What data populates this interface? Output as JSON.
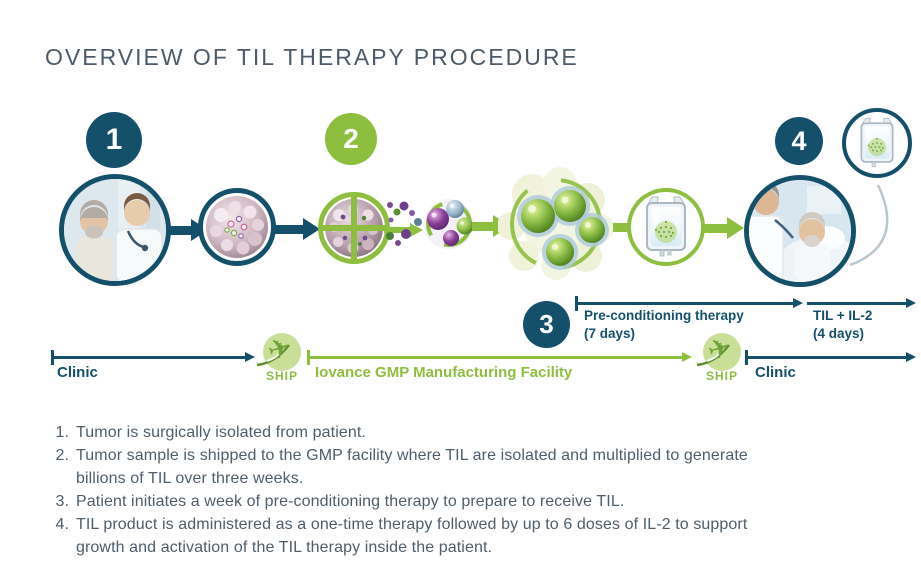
{
  "title": "OVERVIEW OF TIL THERAPY PROCEDURE",
  "steps": {
    "one": "1",
    "two": "2",
    "three": "3",
    "four": "4"
  },
  "timeline_top": {
    "seg1_label": "Pre-conditioning therapy",
    "seg1_duration": "(7 days)",
    "seg2_label": "TIL + IL-2",
    "seg2_duration": "(4 days)"
  },
  "timeline_bottom": {
    "clinic_left": "Clinic",
    "ship_left": "SHIP",
    "facility": "Iovance GMP Manufacturing Facility",
    "ship_right": "SHIP",
    "clinic_right": "Clinic"
  },
  "legend": [
    {
      "num": "1.",
      "text": "Tumor is surgically isolated from patient."
    },
    {
      "num": "2.",
      "text": "Tumor sample is shipped to the GMP facility where TIL are isolated and multiplied to generate\nbillions of TIL over three weeks."
    },
    {
      "num": "3.",
      "text": "Patient initiates a week of pre-conditioning therapy to prepare to receive TIL."
    },
    {
      "num": "4.",
      "text": "TIL product is administered as a one-time therapy followed by up to 6 doses of IL-2 to support\ngrowth and activation of the TIL therapy inside the patient."
    }
  ],
  "icons": {
    "plane_glyph": "✈"
  },
  "colors": {
    "navy": "#15506B",
    "green": "#8DBE3E",
    "light_green": "#C9DE97",
    "title_text": "#4C5A6A",
    "body_text": "#4F5D6B"
  }
}
